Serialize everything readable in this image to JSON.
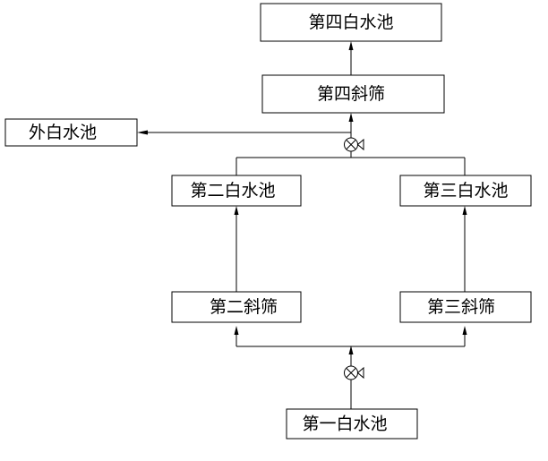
{
  "nodes": {
    "pool4": {
      "label": "第四白水池"
    },
    "screen4": {
      "label": "第四斜筛"
    },
    "outer_pool": {
      "label": "外白水池"
    },
    "pool2": {
      "label": "第二白水池"
    },
    "pool3": {
      "label": "第三白水池"
    },
    "screen2": {
      "label": "第二斜筛"
    },
    "screen3": {
      "label": "第三斜筛"
    },
    "pool1": {
      "label": "第一白水池"
    }
  },
  "pumps": [
    "pump-icon",
    "pump-icon"
  ],
  "colors": {
    "stroke": "#000000",
    "background": "#ffffff"
  }
}
